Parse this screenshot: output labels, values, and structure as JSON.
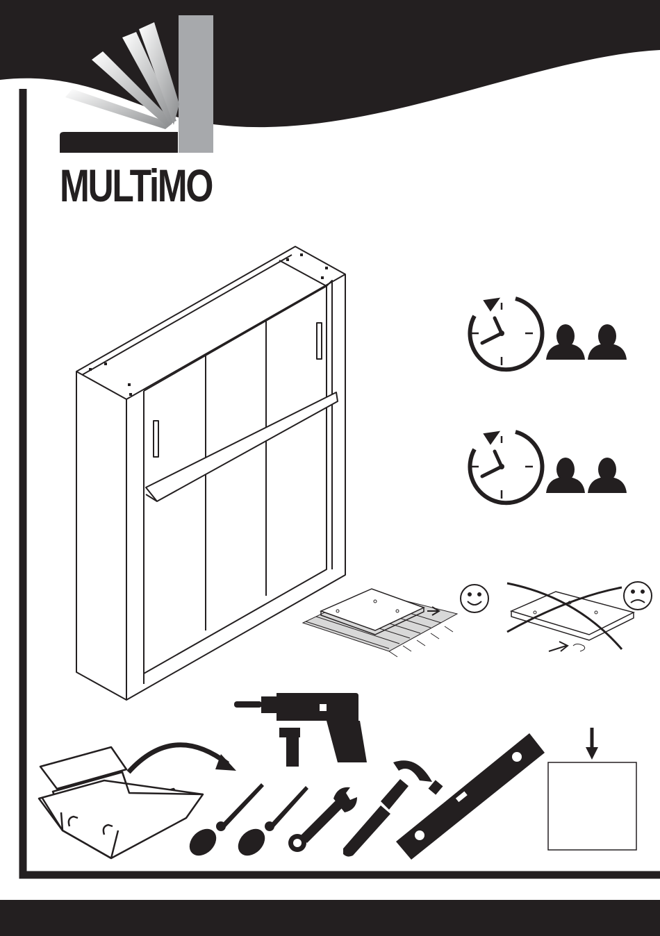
{
  "brand": {
    "name": "MULTiMO",
    "colors": {
      "dark": "#231f20",
      "light": "#ffffff",
      "logo_grey": "#a7a9ac"
    }
  },
  "assembly_info": [
    {
      "icon": "clock-icon",
      "people_icons": [
        "person-icon",
        "person-icon"
      ]
    },
    {
      "icon": "clock-icon",
      "people_icons": [
        "person-icon",
        "person-icon"
      ]
    }
  ],
  "work_surface": {
    "good": {
      "icon": "smiley-happy-icon",
      "surface": "rug"
    },
    "bad": {
      "icon": "smiley-sad-icon",
      "surface": "hard-floor"
    }
  },
  "tools": [
    "toolbox-icon",
    "drill-icon",
    "screwdriver-icon",
    "screwdriver-icon",
    "wrench-icon",
    "hammer-icon",
    "spirit-level-icon",
    "wall-plug-box-icon"
  ]
}
